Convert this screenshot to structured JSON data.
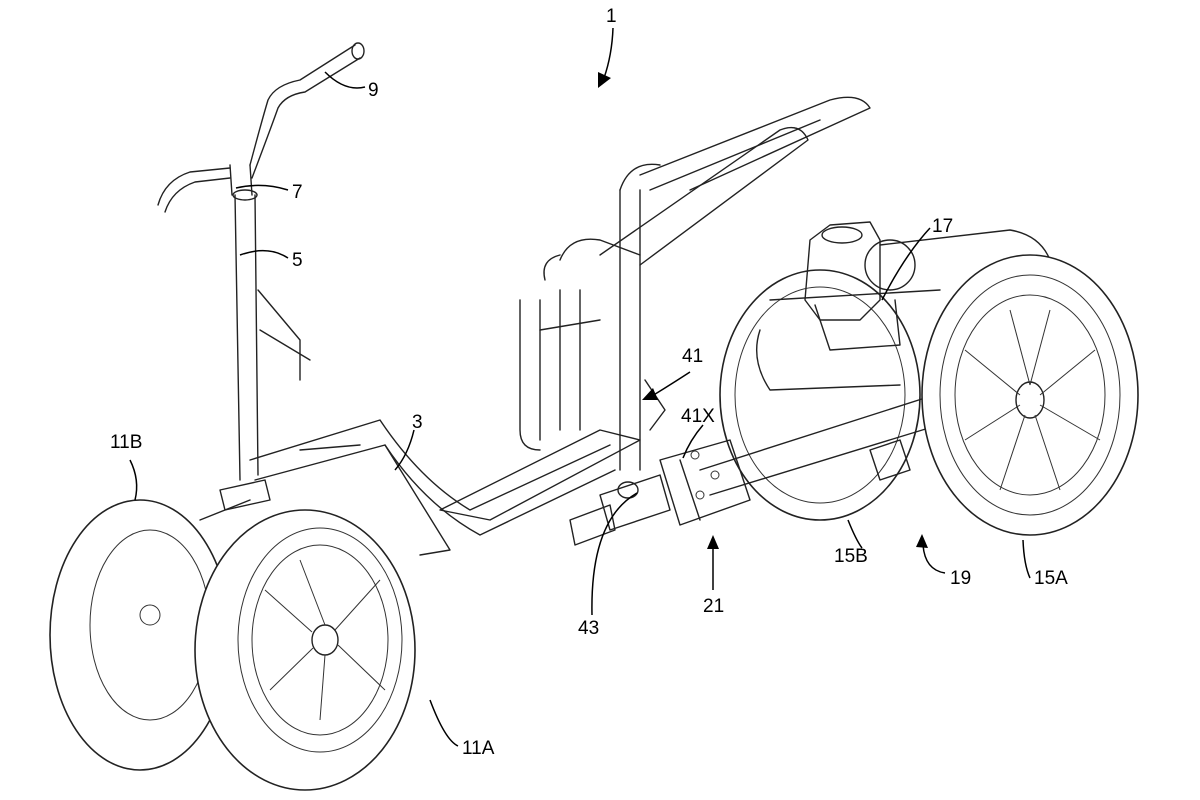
{
  "labels": {
    "ref_1": "1",
    "ref_3": "3",
    "ref_5": "5",
    "ref_7": "7",
    "ref_9": "9",
    "ref_11A": "11A",
    "ref_11B": "11B",
    "ref_15A": "15A",
    "ref_15B": "15B",
    "ref_17": "17",
    "ref_19": "19",
    "ref_21": "21",
    "ref_41": "41",
    "ref_41X": "41X",
    "ref_43": "43"
  }
}
